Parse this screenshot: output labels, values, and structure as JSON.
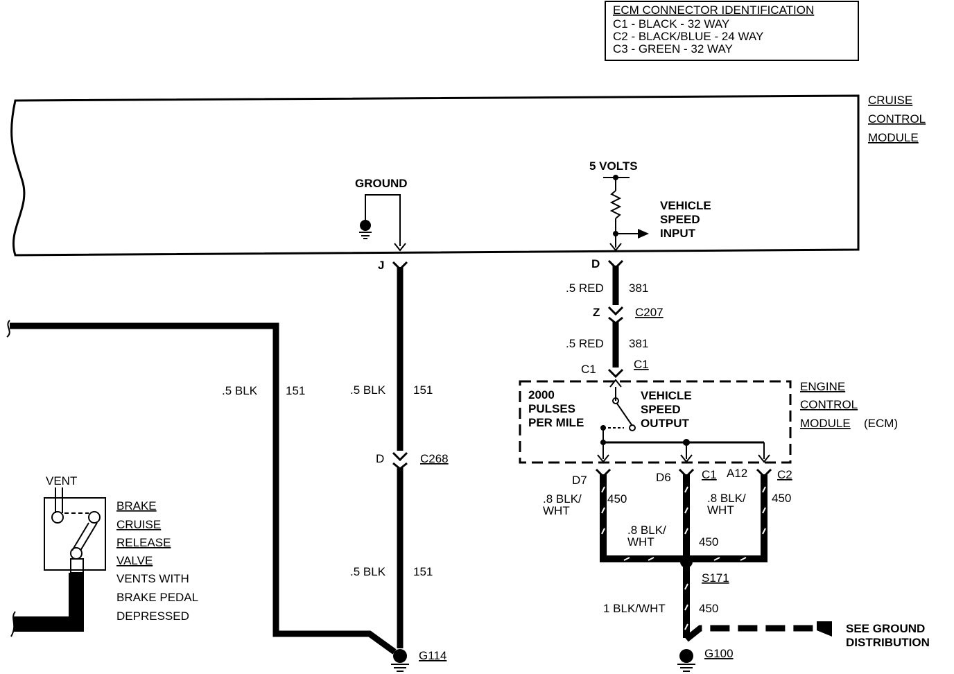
{
  "connector_box": {
    "title": "ECM CONNECTOR IDENTIFICATION",
    "line1": "C1 - BLACK - 32 WAY",
    "line2": "C2 - BLACK/BLUE - 24 WAY",
    "line3": "C3 - GREEN - 32 WAY"
  },
  "cruise_module": {
    "line1": "CRUISE",
    "line2": "CONTROL",
    "line3": "MODULE"
  },
  "ground_label": "GROUND",
  "volts_label": "5 VOLTS",
  "vehicle_speed_input": {
    "line1": "VEHICLE",
    "line2": "SPEED",
    "line3": "INPUT"
  },
  "pins": {
    "j": "J",
    "d_cruise": "D",
    "z": "Z",
    "c207": "C207",
    "c1_left": "C1",
    "c1_right": "C1",
    "d_c268": "D",
    "c268": "C268",
    "d7": "D7",
    "d6": "D6",
    "c1_mid": "C1",
    "a12": "A12",
    "c2": "C2"
  },
  "wires": {
    "red_upper": {
      "gauge": ".5 RED",
      "circuit": "381"
    },
    "red_lower": {
      "gauge": ".5 RED",
      "circuit": "381"
    },
    "blk_left": {
      "gauge": ".5 BLK",
      "circuit": "151"
    },
    "blk_mid_upper": {
      "gauge": ".5 BLK",
      "circuit": "151"
    },
    "blk_mid_lower": {
      "gauge": ".5 BLK",
      "circuit": "151"
    },
    "d7_wire": {
      "gauge1": ".8 BLK/",
      "gauge2": "WHT",
      "circuit": "450"
    },
    "d6_wire": {
      "gauge1": ".8 BLK/",
      "gauge2": "WHT",
      "circuit": "450"
    },
    "a12_wire": {
      "gauge1": ".8 BLK/",
      "gauge2": "WHT",
      "circuit": "450"
    },
    "splice_wire": {
      "gauge": "1 BLK/WHT",
      "circuit": "450"
    }
  },
  "ecm_pulses": {
    "line1": "2000",
    "line2": "PULSES",
    "line3": "PER MILE"
  },
  "vehicle_speed_output": {
    "line1": "VEHICLE",
    "line2": "SPEED",
    "line3": "OUTPUT"
  },
  "ecm_label": {
    "line1": "ENGINE",
    "line2": "CONTROL",
    "line3": "MODULE",
    "suffix": "(ECM)"
  },
  "s171": "S171",
  "g114": "G114",
  "g100": "G100",
  "see_ground": {
    "line1": "SEE GROUND",
    "line2": "DISTRIBUTION"
  },
  "vent_label": "VENT",
  "valve_label": {
    "line1": "BRAKE",
    "line2": "CRUISE",
    "line3": "RELEASE",
    "line4": "VALVE",
    "line5": "VENTS WITH",
    "line6": "BRAKE PEDAL",
    "line7": "DEPRESSED"
  }
}
